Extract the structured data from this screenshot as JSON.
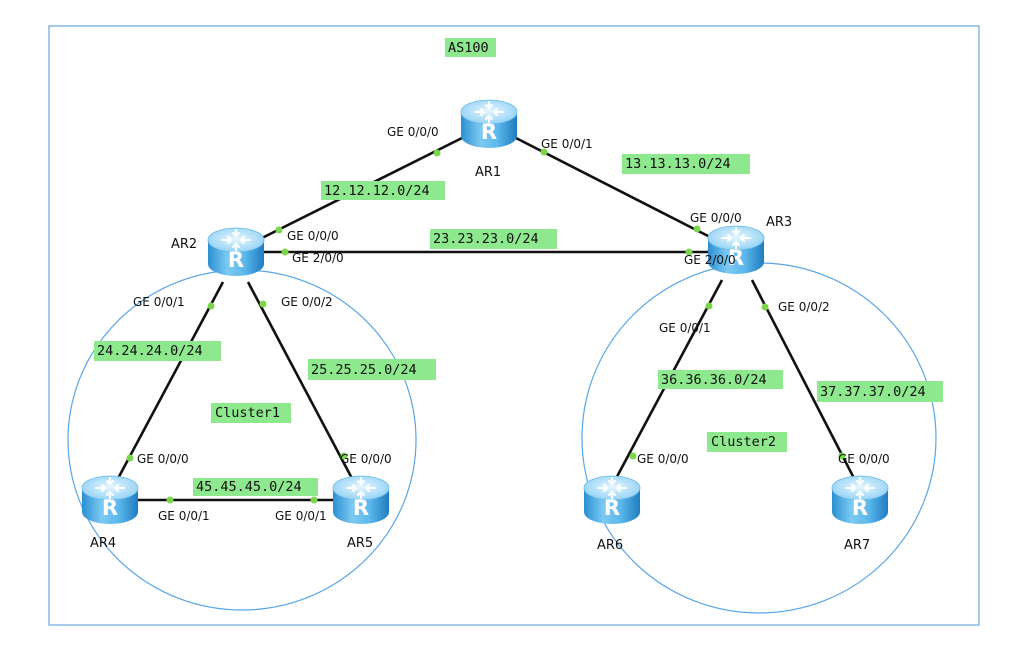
{
  "title": "AS100",
  "routers": [
    "AR1",
    "AR2",
    "AR3",
    "AR4",
    "AR5",
    "AR6",
    "AR7"
  ],
  "networks": [
    "12.12.12.0/24",
    "13.13.13.0/24",
    "23.23.23.0/24",
    "24.24.24.0/24",
    "25.25.25.0/24",
    "45.45.45.0/24",
    "36.36.36.0/24",
    "37.37.37.0/24"
  ],
  "clusters": [
    "Cluster1",
    "Cluster2"
  ],
  "interfaces": {
    "ar1_to_ar2": "GE 0/0/0",
    "ar1_to_ar3": "GE 0/0/1",
    "ar2_to_ar1": "GE 0/0/0",
    "ar2_to_ar3": "GE 2/0/0",
    "ar2_to_ar4": "GE 0/0/1",
    "ar2_to_ar5": "GE 0/0/2",
    "ar3_to_ar1": "GE 0/0/0",
    "ar3_to_ar2": "GE 2/0/0",
    "ar3_to_ar6": "GE 0/0/1",
    "ar3_to_ar7": "GE 0/0/2",
    "ar4_to_ar2": "GE 0/0/0",
    "ar4_to_ar5": "GE 0/0/1",
    "ar5_to_ar2": "GE 0/0/0",
    "ar5_to_ar4": "GE 0/0/1",
    "ar6_to_ar3": "GE 0/0/0",
    "ar7_to_ar3": "GE 0/0/0"
  },
  "icon": "router-icon",
  "colors": {
    "label_bg": "#8ee88e",
    "border": "#6fa8dc",
    "link": "#111111",
    "port_dot": "#7cd64b",
    "router_light": "#bfe6fb",
    "router_dark": "#2a93d5"
  }
}
